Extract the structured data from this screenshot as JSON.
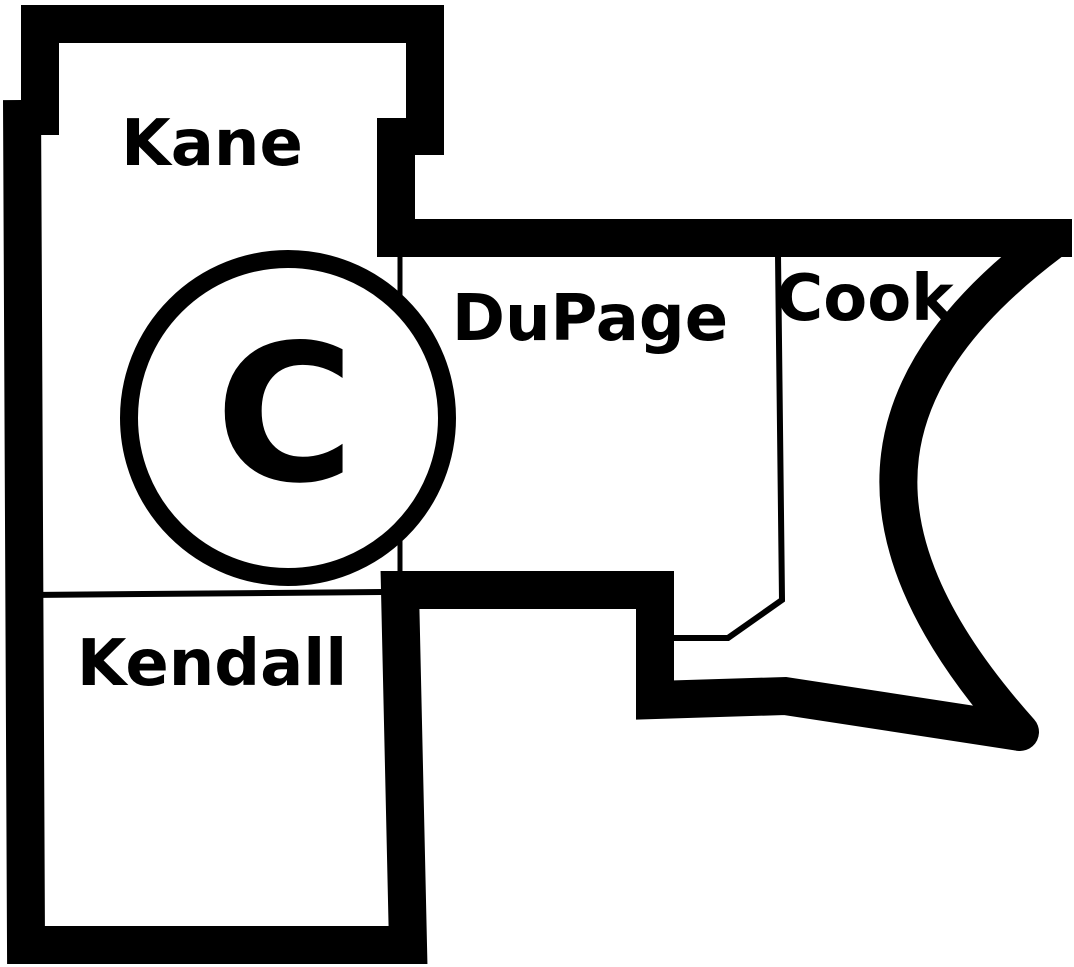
{
  "map": {
    "counties": [
      {
        "name": "Kane"
      },
      {
        "name": "DuPage"
      },
      {
        "name": "Cook"
      },
      {
        "name": "Kendall"
      }
    ],
    "marker": {
      "label": "C"
    },
    "colors": {
      "line": "#000000",
      "background": "#ffffff"
    }
  }
}
